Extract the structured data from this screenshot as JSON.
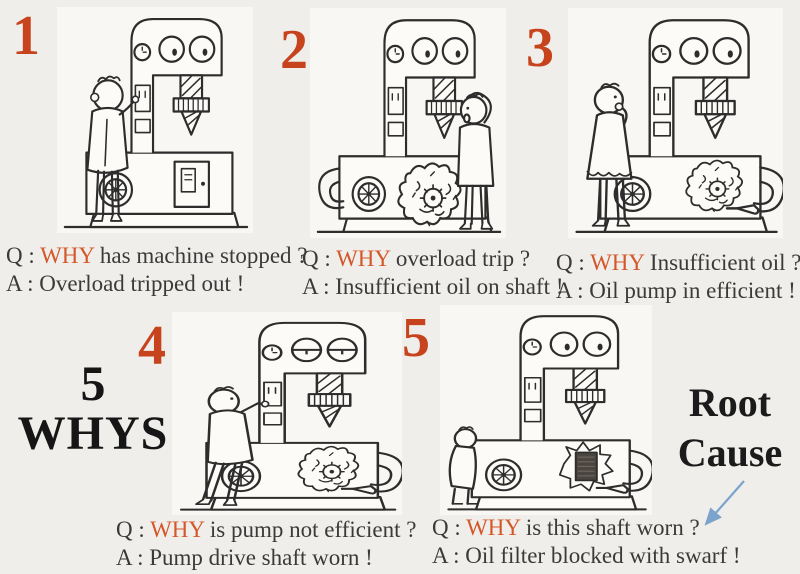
{
  "poster": {
    "description": "5 Whys root cause analysis cartoon"
  },
  "labels": {
    "five_number": "5",
    "five_whys": "WHYS",
    "root_cause_line1": "Root",
    "root_cause_line2": "Cause"
  },
  "panels": [
    {
      "number": "1",
      "q_prefix": "Q : ",
      "why": "WHY",
      "q_rest": " has machine stopped ?",
      "answer": "A : Overload tripped out !"
    },
    {
      "number": "2",
      "q_prefix": "Q : ",
      "why": "WHY",
      "q_rest": " overload trip ?",
      "answer": "A : Insufficient oil on shaft !"
    },
    {
      "number": "3",
      "q_prefix": "Q : ",
      "why": "WHY",
      "q_rest": " Insufficient oil ?",
      "answer": "A : Oil pump in efficient !"
    },
    {
      "number": "4",
      "q_prefix": "Q : ",
      "why": "WHY",
      "q_rest": " is pump not efficient ?",
      "answer": "A : Pump drive shaft worn !"
    },
    {
      "number": "5",
      "q_prefix": "Q : ",
      "why": "WHY",
      "q_rest": " is this shaft worn ?",
      "answer": "A : Oil filter blocked with swarf !"
    }
  ],
  "colors": {
    "number_red": "#c7431d",
    "why_orange": "#d4572a",
    "text": "#3a3a3a",
    "arrow_blue": "#7ba3cc",
    "background": "#efeeea"
  }
}
